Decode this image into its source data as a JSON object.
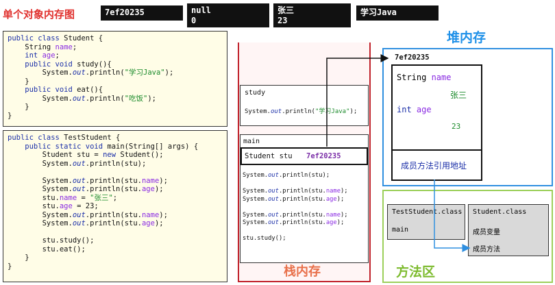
{
  "title": "单个对象内存图",
  "output": [
    "7ef20235",
    "null",
    "0",
    "张三",
    "23",
    "学习Java"
  ],
  "student_code": {
    "l1a": "public class",
    "l1b": " Student {",
    "l2a": "    String ",
    "l2b": "name",
    "l2c": ";",
    "l3a": "    int ",
    "l3b": "age",
    "l3c": ";",
    "l4a": "    public void",
    "l4b": " study(){",
    "l5a": "        System.",
    "l5b": "out",
    "l5c": ".println(",
    "l5d": "\"学习Java\"",
    "l5e": ");",
    "l6": "    }",
    "l7a": "    public void",
    "l7b": " eat(){",
    "l8a": "        System.",
    "l8b": "out",
    "l8c": ".println(",
    "l8d": "\"吃饭\"",
    "l8e": ");",
    "l9": "    }",
    "l10": "}"
  },
  "test_code": {
    "l1a": "public class",
    "l1b": " TestStudent {",
    "l2a": "    public static void",
    "l2b": " main(String[] args) {",
    "l3a": "        Student stu = ",
    "l3b": "new",
    "l3c": " Student();",
    "l4a": "        System.",
    "l4b": "out",
    "l4c": ".println(stu);",
    "l6a": "        System.",
    "l6b": "out",
    "l6c": ".println(stu.",
    "l6d": "name",
    "l6e": ");",
    "l7a": "        System.",
    "l7b": "out",
    "l7c": ".println(stu.",
    "l7d": "age",
    "l7e": ");",
    "l8a": "        stu.",
    "l8b": "name",
    "l8c": " = ",
    "l8d": "\"张三\"",
    "l8e": ";",
    "l9a": "        stu.",
    "l9b": "age",
    "l9c": " = 23;",
    "l10a": "        System.",
    "l10b": "out",
    "l10c": ".println(stu.",
    "l10d": "name",
    "l10e": ");",
    "l11a": "        System.",
    "l11b": "out",
    "l11c": ".println(stu.",
    "l11d": "age",
    "l11e": ");",
    "l13": "        stu.study();",
    "l14": "        stu.eat();",
    "l15": "    }",
    "l16": "}"
  },
  "stack": {
    "label": "栈内存",
    "study_frame": {
      "name": "study",
      "code_a": "System.",
      "code_b": "out",
      "code_c": ".println(",
      "code_d": "\"学习Java\"",
      "code_e": ");"
    },
    "main_frame": {
      "name": "main",
      "var": "Student stu",
      "addr": "7ef20235",
      "c1a": "System.",
      "c1b": "out",
      "c1c": ".println(stu);",
      "c2a": "System.",
      "c2b": "out",
      "c2c": ".println(stu.",
      "c2d": "name",
      "c2e": ");",
      "c3a": "System.",
      "c3b": "out",
      "c3c": ".println(stu.",
      "c3d": "age",
      "c3e": ");",
      "c4a": "System.",
      "c4b": "out",
      "c4c": ".println(stu.",
      "c4d": "name",
      "c4e": ");",
      "c5a": "System.",
      "c5b": "out",
      "c5c": ".println(stu.",
      "c5d": "age",
      "c5e": ");",
      "c6": "stu.study();"
    }
  },
  "heap": {
    "label": "堆内存",
    "addr": "7ef20235",
    "field1_type": "String ",
    "field1_name": "name",
    "field1_value": "张三",
    "field2_type": "int ",
    "field2_name": "age",
    "field2_value": "23",
    "method_ref": "成员方法引用地址"
  },
  "method_area": {
    "label": "方法区",
    "teststudent_class": "TestStudent.class",
    "teststudent_main": "main",
    "student_class": "Student.class",
    "member_vars": "成员变量",
    "member_methods": "成员方法"
  },
  "colors": {
    "title": "#e0312e",
    "stack_border": "#c0202a",
    "heap_border": "#2f8fe0",
    "method_border": "#9ccf5a",
    "heap_label": "#1e90e8",
    "method_label": "#7dbb2e",
    "stack_label": "#e8704a",
    "string_green": "#1a8a2a",
    "keyword_blue": "#1b2fa8",
    "field_purple": "#8a2be2",
    "arrow": "#111111",
    "link_blue": "#2f8fe0"
  }
}
